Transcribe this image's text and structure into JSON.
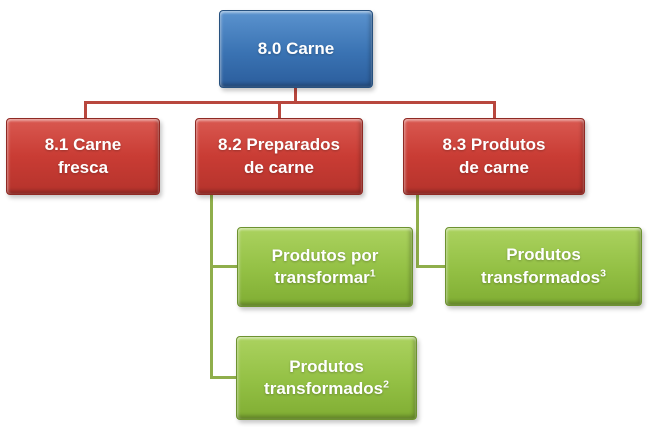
{
  "colors": {
    "background": "#ffffff",
    "text": "#ffffff",
    "node_blue": "#3a73b3",
    "node_red": "#c93c34",
    "node_green": "#93c044",
    "connector_red": "#b8473e",
    "connector_green": "#8fae4b"
  },
  "nodes": {
    "carne": {
      "lines": [
        "8.0 Carne"
      ]
    },
    "carne_fresca": {
      "lines": [
        "8.1 Carne",
        "fresca"
      ]
    },
    "preparados": {
      "lines": [
        "8.2 Preparados",
        "de carne"
      ]
    },
    "produtos_carne": {
      "lines": [
        "8.3 Produtos",
        "de carne"
      ]
    },
    "por_transformar": {
      "lines": [
        "Produtos por",
        "transformar"
      ],
      "sup": "1"
    },
    "transformados2": {
      "lines": [
        "Produtos",
        "transformados"
      ],
      "sup": "2"
    },
    "transformados3": {
      "lines": [
        "Produtos",
        "transformados"
      ],
      "sup": "3"
    }
  },
  "edges": [
    {
      "from": "8.0 Carne",
      "to": "8.1 Carne fresca"
    },
    {
      "from": "8.0 Carne",
      "to": "8.2 Preparados de carne"
    },
    {
      "from": "8.0 Carne",
      "to": "8.3 Produtos de carne"
    },
    {
      "from": "8.2 Preparados de carne",
      "to": "Produtos por transformar(1)"
    },
    {
      "from": "8.2 Preparados de carne",
      "to": "Produtos transformados(2)"
    },
    {
      "from": "8.3 Produtos de carne",
      "to": "Produtos transformados(3)"
    }
  ]
}
